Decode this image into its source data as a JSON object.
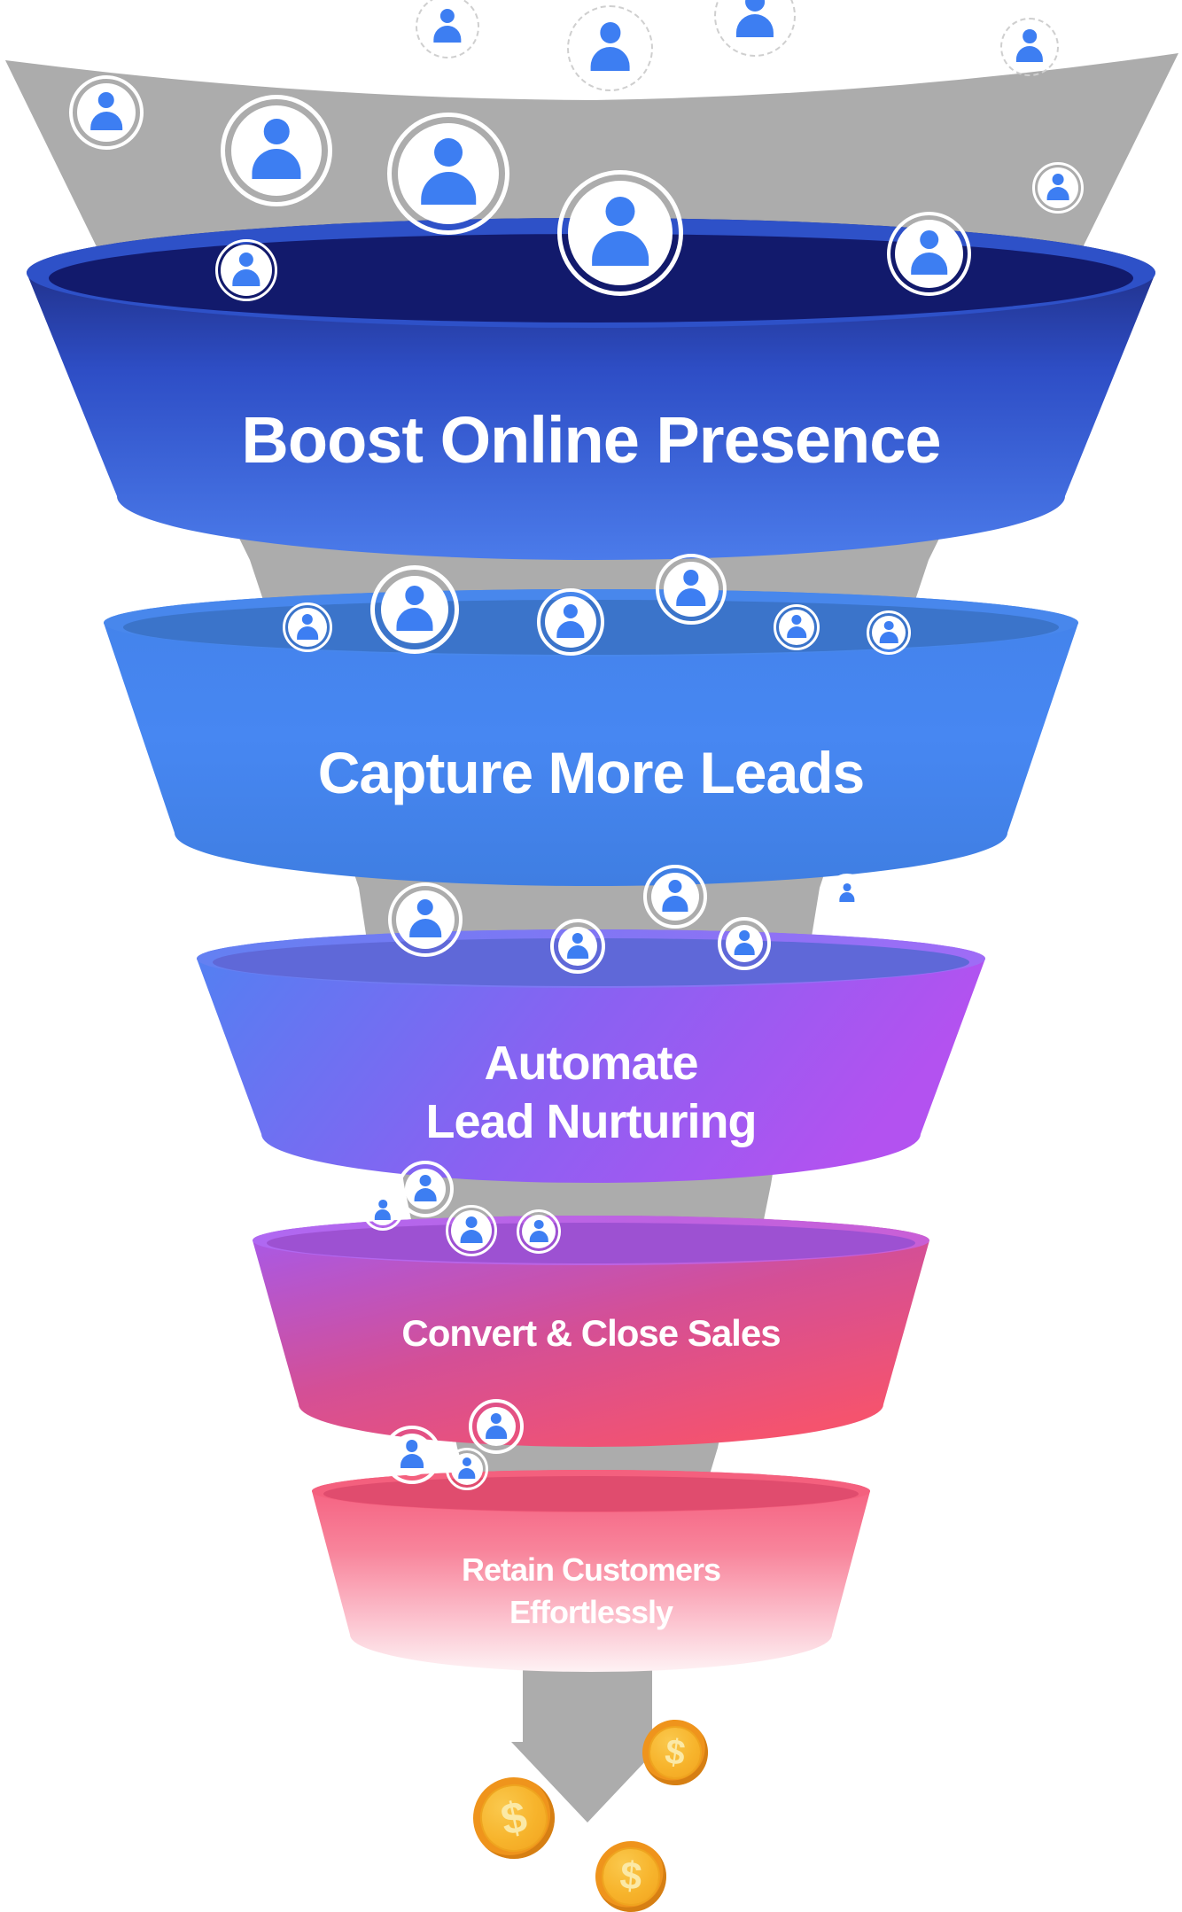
{
  "funnel": {
    "stages": [
      {
        "id": "stage-1",
        "label": "Boost Online Presence",
        "lines": [
          "Boost Online Presence"
        ],
        "rim_color": "#2E51C8",
        "opening_color": "#121A6C",
        "body_colors": [
          "#1B2470",
          "#2E4EC6",
          "#4B7BEA"
        ]
      },
      {
        "id": "stage-2",
        "label": "Capture More Leads",
        "lines": [
          "Capture More Leads"
        ],
        "rim_color": "#4887EC",
        "opening_color": "#3B74CA",
        "body_colors": [
          "#4382EA",
          "#4787F2",
          "#3F7EE2"
        ]
      },
      {
        "id": "stage-3",
        "label": "Automate Lead Nurturing",
        "lines": [
          "Automate",
          "Lead Nurturing"
        ],
        "rim_color": "#6380F2",
        "opening_color": "#5F68D8",
        "body_colors": [
          "#5181F2",
          "#8A61F2",
          "#B352F0"
        ]
      },
      {
        "id": "stage-4",
        "label": "Convert & Close Sales",
        "lines": [
          "Convert & Close Sales"
        ],
        "rim_color": "#AF68F2",
        "opening_color": "#9D51D2",
        "body_colors": [
          "#A35AF0",
          "#D44F96",
          "#F5536E"
        ]
      },
      {
        "id": "stage-5",
        "label": "Retain Customers Effortlessly",
        "lines": [
          "Retain Customers",
          "Effortlessly"
        ],
        "rim_color": "#F4607E",
        "opening_color": "#E04C6E",
        "body_colors": [
          "#F4587A",
          "#F8849B",
          "#FEF2F4"
        ]
      }
    ],
    "background_funnel_color": "#ACACAC",
    "text_color": "#FFFFFF"
  },
  "person_icon": {
    "name": "person-icon",
    "color": "#3D7EF2",
    "ring_color": "#FFFFFF",
    "count": 29
  },
  "coin": {
    "symbol": "$",
    "face_color": "#F7B42C",
    "rim_color": "#EF941C",
    "symbol_color": "#FBE9A6",
    "count": 3
  }
}
